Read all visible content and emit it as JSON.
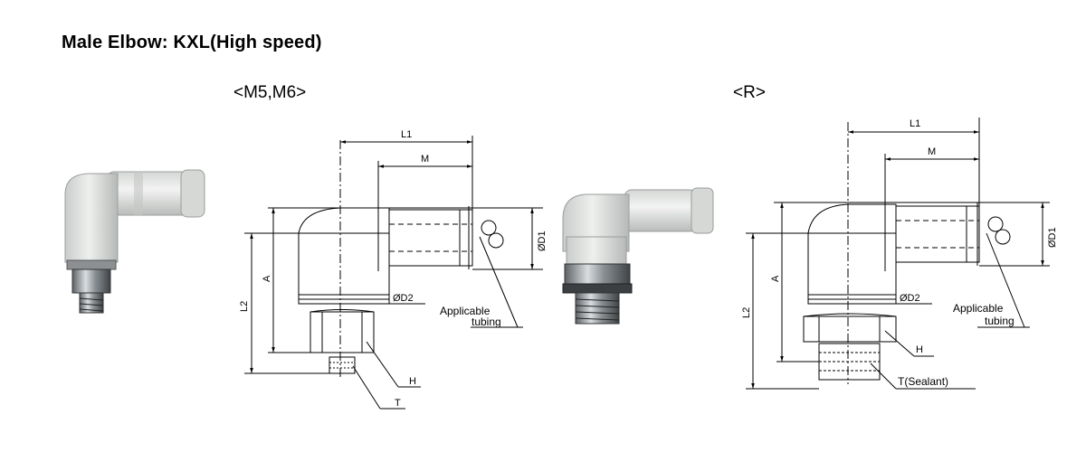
{
  "title": "Male Elbow: KXL(High speed)",
  "variants": [
    {
      "label": "<M5,M6>",
      "dims": {
        "L1": "L1",
        "M": "M",
        "A": "A",
        "L2": "L2",
        "D1": "ØD1",
        "D2": "ØD2",
        "H": "H",
        "T": "T"
      },
      "callouts": {
        "tubing_line1": "Applicable",
        "tubing_line2": "tubing"
      }
    },
    {
      "label": "<R>",
      "dims": {
        "L1": "L1",
        "M": "M",
        "A": "A",
        "L2": "L2",
        "D1": "ØD1",
        "D2": "ØD2",
        "H": "H",
        "T": "T(Sealant)"
      },
      "callouts": {
        "tubing_line1": "Applicable",
        "tubing_line2": "tubing"
      }
    }
  ]
}
